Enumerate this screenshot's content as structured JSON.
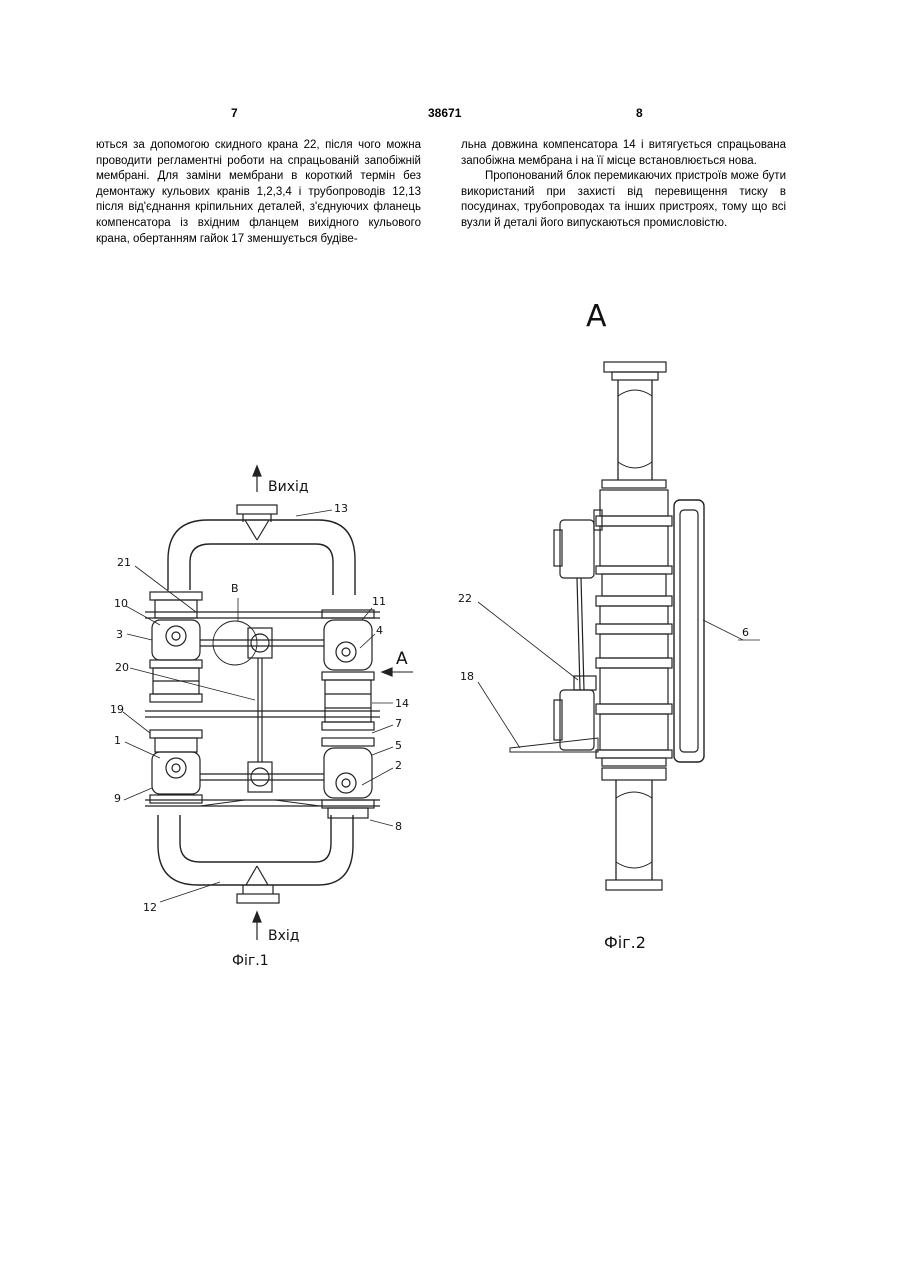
{
  "header": {
    "left_page": "7",
    "patent_number": "38671",
    "right_page": "8"
  },
  "left_column": {
    "text": "ються за допомогою скидного крана 22, після чого можна проводити регламентні роботи на спрацьованій запобіжній мембрані. Для заміни мембрани в короткий термін без демонтажу кульових кранів 1,2,3,4 і трубопроводів 12,13 після від'єднання кріпильних деталей, з'єднуючих фланець компенсатора із вхідним фланцем вихідного кульового крана, обертанням гайок 17 зменшується будіве-"
  },
  "right_column": {
    "para1": "льна довжина компенсатора 14 і витягується спрацьована запобіжна мембрана і на її місце встановлюється нова.",
    "para2": "Пропонований блок перемикаючих пристроїв може бути використаний при захисті від перевищення тиску в посудинах, трубопроводах та інших пристроях, тому що всі вузли й деталі його випускаються промисловістю."
  },
  "figure1": {
    "outlet_label": "Вихід",
    "inlet_label": "Вхід",
    "caption": "Фіг.1",
    "view_label": "А",
    "detail_label": "В",
    "callouts": [
      "13",
      "21",
      "10",
      "3",
      "20",
      "19",
      "1",
      "9",
      "12",
      "11",
      "4",
      "14",
      "7",
      "5",
      "2",
      "8"
    ]
  },
  "figure2": {
    "view_title": "А",
    "caption": "Фіг.2",
    "callouts": [
      "22",
      "18",
      "6"
    ]
  }
}
